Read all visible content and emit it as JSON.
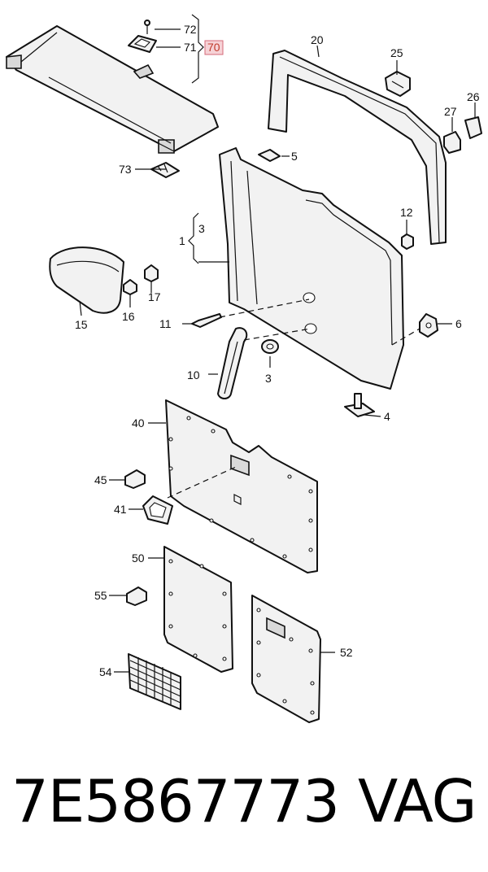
{
  "part_number": "7E5867773",
  "brand": "VAG",
  "callouts": {
    "c1": "1",
    "c3a": "3",
    "c3b": "3",
    "c4": "4",
    "c5": "5",
    "c6": "6",
    "c10": "10",
    "c11": "11",
    "c12": "12",
    "c15": "15",
    "c16": "16",
    "c17": "17",
    "c20": "20",
    "c25": "25",
    "c26": "26",
    "c27": "27",
    "c40": "40",
    "c41": "41",
    "c45": "45",
    "c50": "50",
    "c52": "52",
    "c54": "54",
    "c55": "55",
    "c70": "70",
    "c71": "71",
    "c72": "72",
    "c73": "73"
  },
  "highlight_color": "#c0392b",
  "highlight_box_color": "#f6d2d6"
}
